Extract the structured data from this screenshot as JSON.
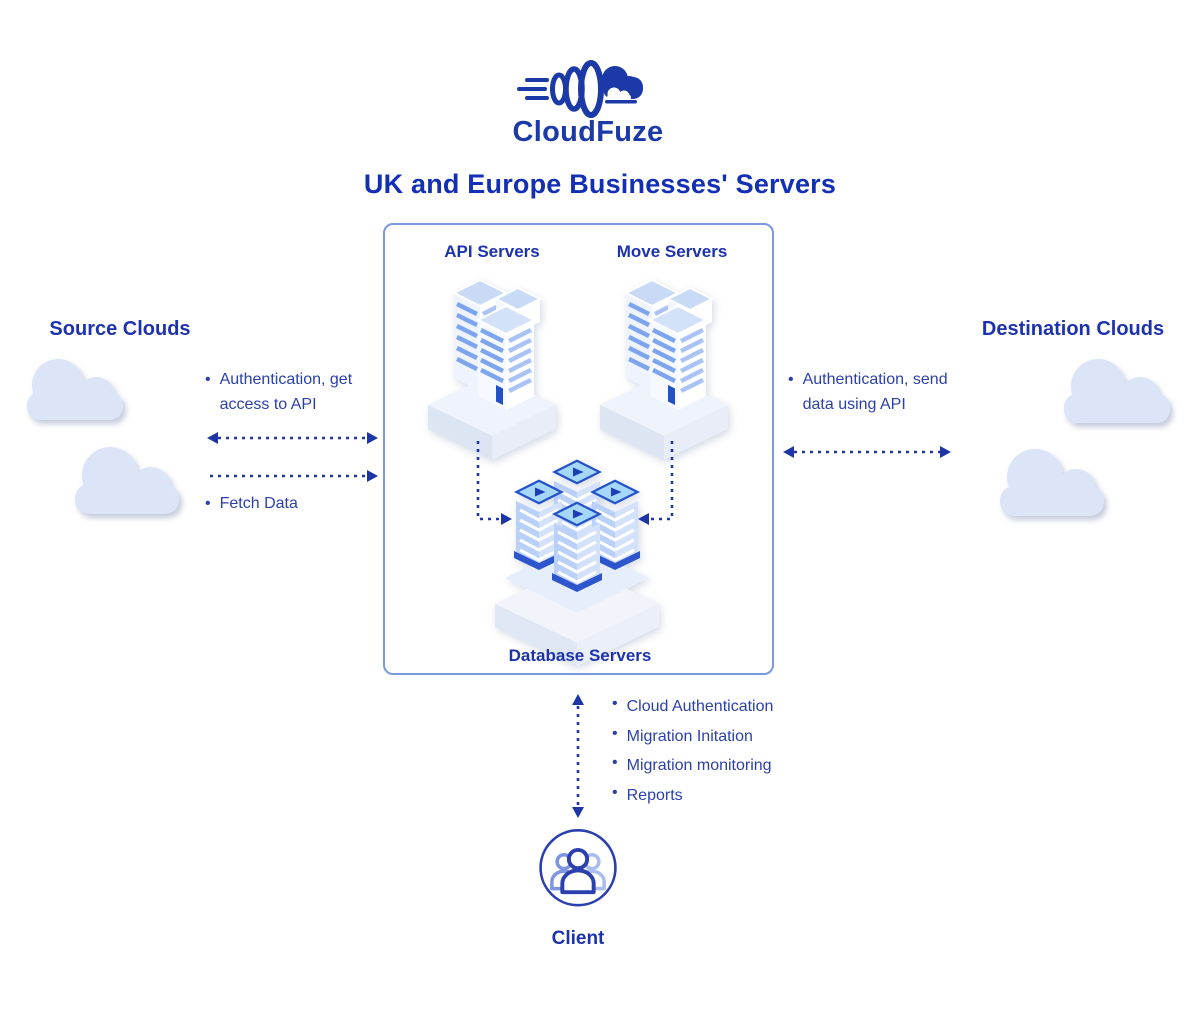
{
  "logo": {
    "brand": "CloudFuze"
  },
  "title": "UK and Europe Businesses' Servers",
  "server_box": {
    "api_label": "API Servers",
    "move_label": "Move Servers",
    "database_label": "Database Servers"
  },
  "source_side": {
    "heading": "Source Clouds",
    "bullet_auth": "Authentication, get access to API",
    "bullet_fetch": "Fetch Data"
  },
  "destination_side": {
    "heading": "Destination Clouds",
    "bullet_auth": "Authentication, send data using API"
  },
  "client_section": {
    "label": "Client",
    "bullets": [
      "Cloud Authentication",
      "Migration Initation",
      "Migration monitoring",
      "Reports"
    ]
  },
  "colors": {
    "brand_blue": "#1b3aa8",
    "heading_blue": "#1d33ad",
    "text_blue": "#2c40aa",
    "arrow_blue": "#1e36a5",
    "box_border": "#7b97e0",
    "cloud_fill": "#dbe5f7"
  }
}
